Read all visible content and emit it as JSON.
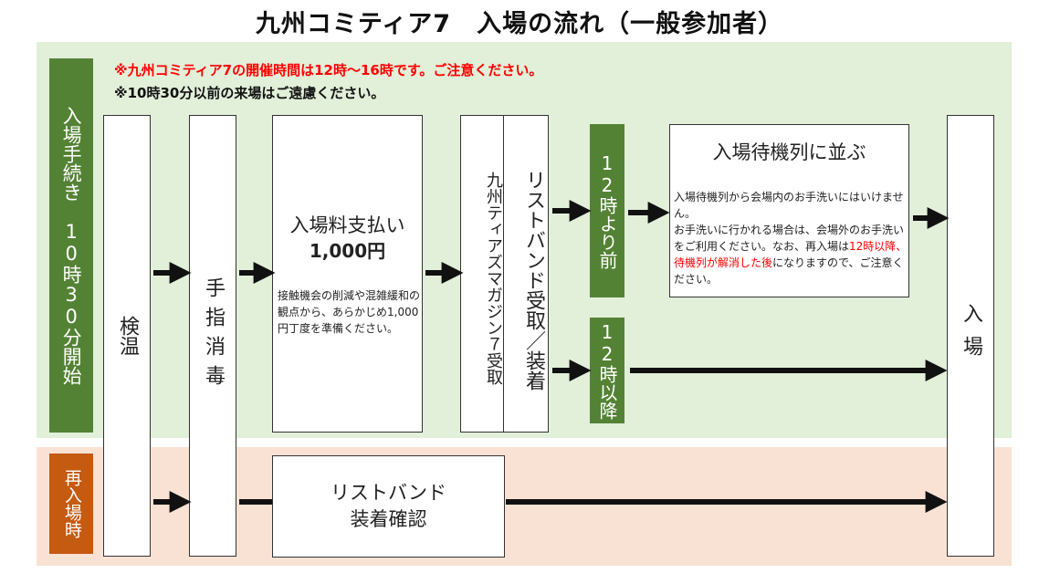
{
  "title": "九州コミティア7　入場の流れ（一般参加者）",
  "notices": [
    "※九州コミティア7の開催時間は12時～16時です。ご注意ください。",
    "※10時30分以前の来場はご遠慮ください。"
  ],
  "side_labels": {
    "entry": "入場手続き　10時30分開始",
    "reentry": "再入場時"
  },
  "steps": {
    "temperature": "検温",
    "disinfect": "手指消毒",
    "fee_title": "入場料支払い",
    "fee_price": "1,000円",
    "fee_note": "接触機会の削減や混雑緩和の観点から、あらかじめ1,000円丁度を準備ください。",
    "magazine": "九州ティアズマガジン７受取",
    "wristband": "リストバンド受取／装着",
    "before_noon": "12時より前",
    "after_noon": "12時以降",
    "queue_title": "入場待機列に並ぶ",
    "queue_note_1": "入場待機列から会場内のお手洗いにはいけません。",
    "queue_note_2a": "お手洗いに行かれる場合は、会場外のお手洗いをご利用ください。なお、再入場は",
    "queue_note_2_red": "12時以降、待機列が解消した後",
    "queue_note_2b": "になりますので、ご注意ください。",
    "enter": "入場",
    "wristband_check": [
      "リストバンド",
      "装着確認"
    ]
  },
  "colors": {
    "green_band": "#e2efd9",
    "orange_band": "#f9e2d4",
    "green_label": "#548235",
    "orange_label": "#c55a11",
    "notice_red": "#ff0000"
  }
}
